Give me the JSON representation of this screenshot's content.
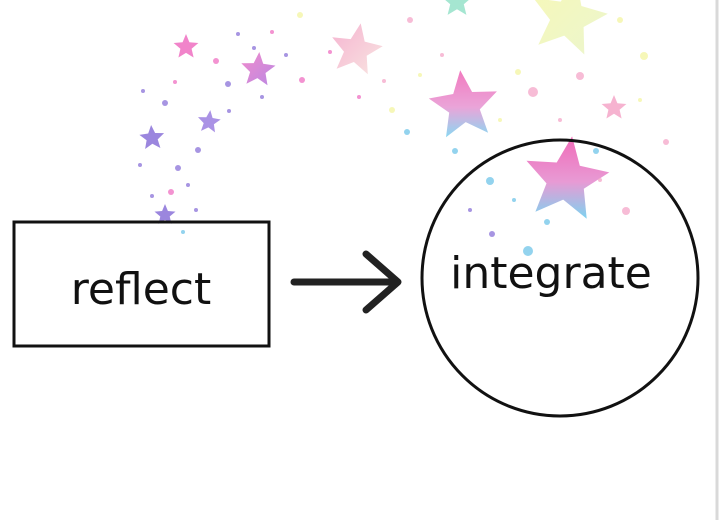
{
  "diagram": {
    "nodes": [
      {
        "id": "reflect",
        "shape": "rectangle",
        "label": "reflect"
      },
      {
        "id": "integrate",
        "shape": "circle",
        "label": "integrate"
      }
    ],
    "edges": [
      {
        "from": "reflect",
        "to": "integrate",
        "style": "arrow"
      }
    ],
    "decoration": {
      "name": "star-sparkle-arc",
      "colors": {
        "pink": "#ef6fc1",
        "purple": "#8a71d8",
        "blue": "#6fc4e8",
        "yellow": "#f3f4a0",
        "mint": "#8fe0c6"
      }
    },
    "colors": {
      "stroke": "#111111",
      "text": "#111111",
      "background": "#ffffff"
    }
  }
}
